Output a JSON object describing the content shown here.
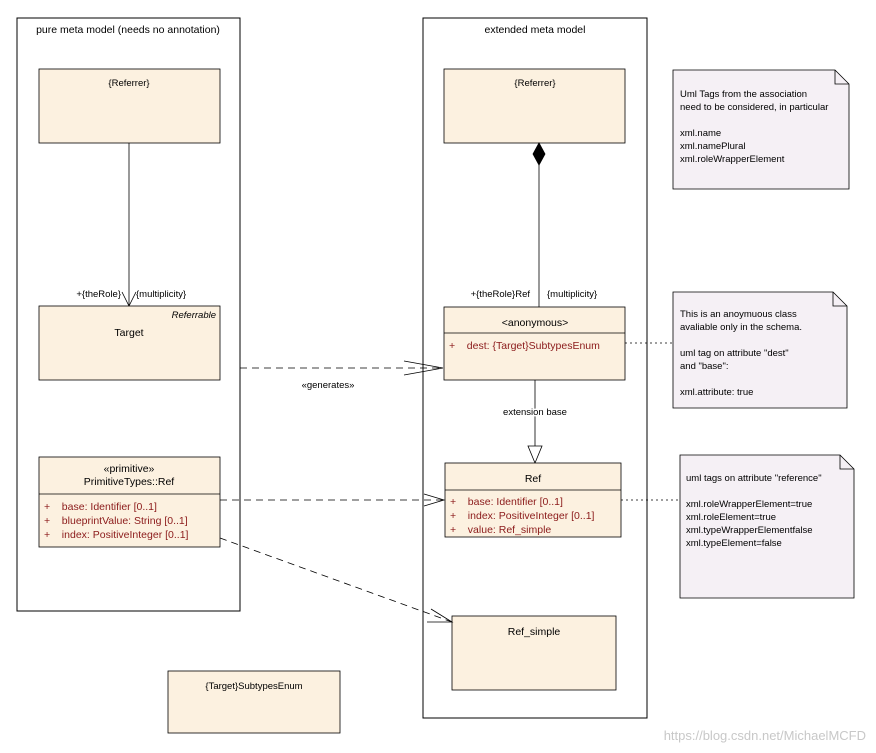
{
  "packages": {
    "left_title": "pure meta model (needs no annotation)",
    "right_title": "extended meta model"
  },
  "left": {
    "referrer": "{Referrer}",
    "target_stereotype": "Referrable",
    "target_name": "Target",
    "role_label": "+{theRole}",
    "multiplicity": "{multiplicity}",
    "primitive_stereotype": "«primitive»",
    "primitive_name": "PrimitiveTypes::Ref",
    "primitive_attrs": [
      "+    base: Identifier [0..1]",
      "+    blueprintValue: String [0..1]",
      "+    index: PositiveInteger [0..1]"
    ]
  },
  "right": {
    "referrer": "{Referrer}",
    "role_label": "+{theRole}Ref",
    "multiplicity": "{multiplicity}",
    "anonymous_name": "<anonymous>",
    "anonymous_attr": "+    dest: {Target}SubtypesEnum",
    "extension_label": "extension base",
    "ref_name": "Ref",
    "ref_attrs": [
      "+    base: Identifier [0..1]",
      "+    index: PositiveInteger [0..1]",
      "+    value: Ref_simple"
    ],
    "ref_simple": "Ref_simple"
  },
  "generates_label": "«generates»",
  "enum_box": "{Target}SubtypesEnum",
  "notes": {
    "note1": [
      "Uml Tags from the association",
      "need to be considered, in particular",
      "",
      "xml.name",
      "xml.namePlural",
      "xml.roleWrapperElement"
    ],
    "note2": [
      "This is an anoymuous class",
      "avaliable only in the schema.",
      "",
      "uml tag on attribute \"dest\"",
      "and  \"base\":",
      "",
      "xml.attribute: true"
    ],
    "note3": [
      "uml tags on attribute \"reference\"",
      "",
      "xml.roleWrapperElement=true",
      "xml.roleElement=true",
      "xml.typeWrapperElementfalse",
      "xml.typeElement=false"
    ]
  },
  "watermark": "https://blog.csdn.net/MichaelMCFD"
}
